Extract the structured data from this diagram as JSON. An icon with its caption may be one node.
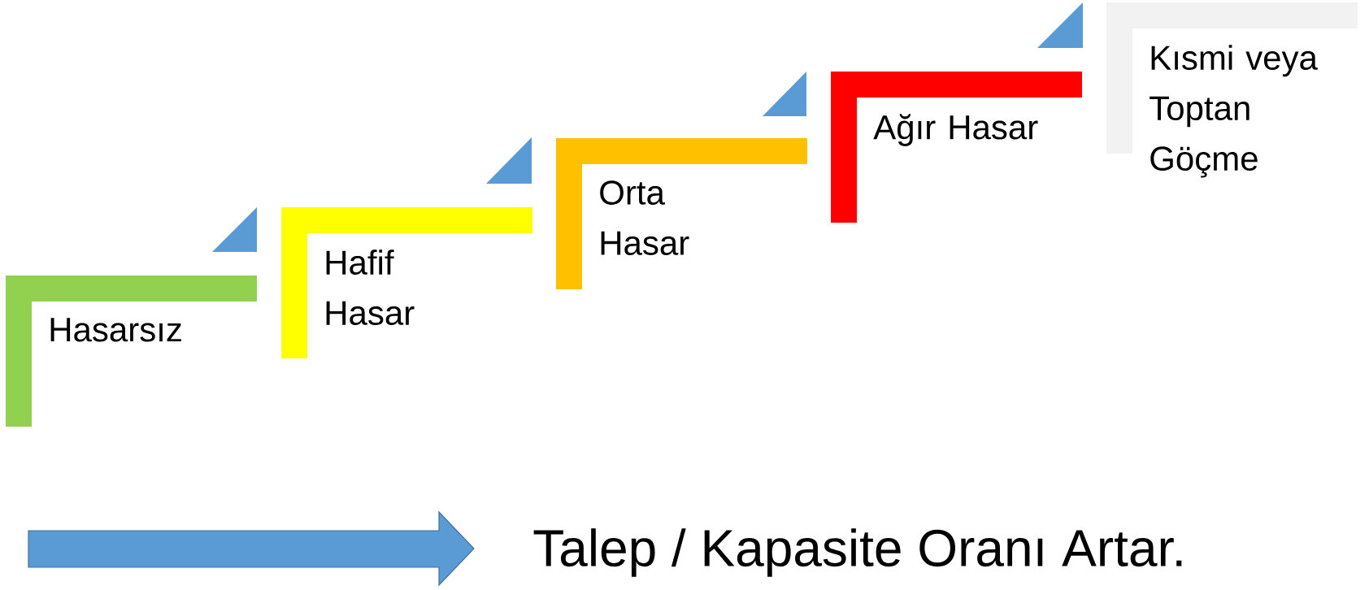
{
  "diagram": {
    "nodes": [
      {
        "text": [
          "Hasarsız"
        ]
      },
      {
        "text": [
          "Hafif Hasar"
        ]
      },
      {
        "text": [
          "Orta Hasar"
        ]
      },
      {
        "text": [
          "Ağır Hasar"
        ]
      },
      {
        "text": [
          "Kısmi veya Toptan Göçme"
        ]
      }
    ],
    "labels": [
      "Talep / Kapasite Oranı Artar."
    ]
  }
}
